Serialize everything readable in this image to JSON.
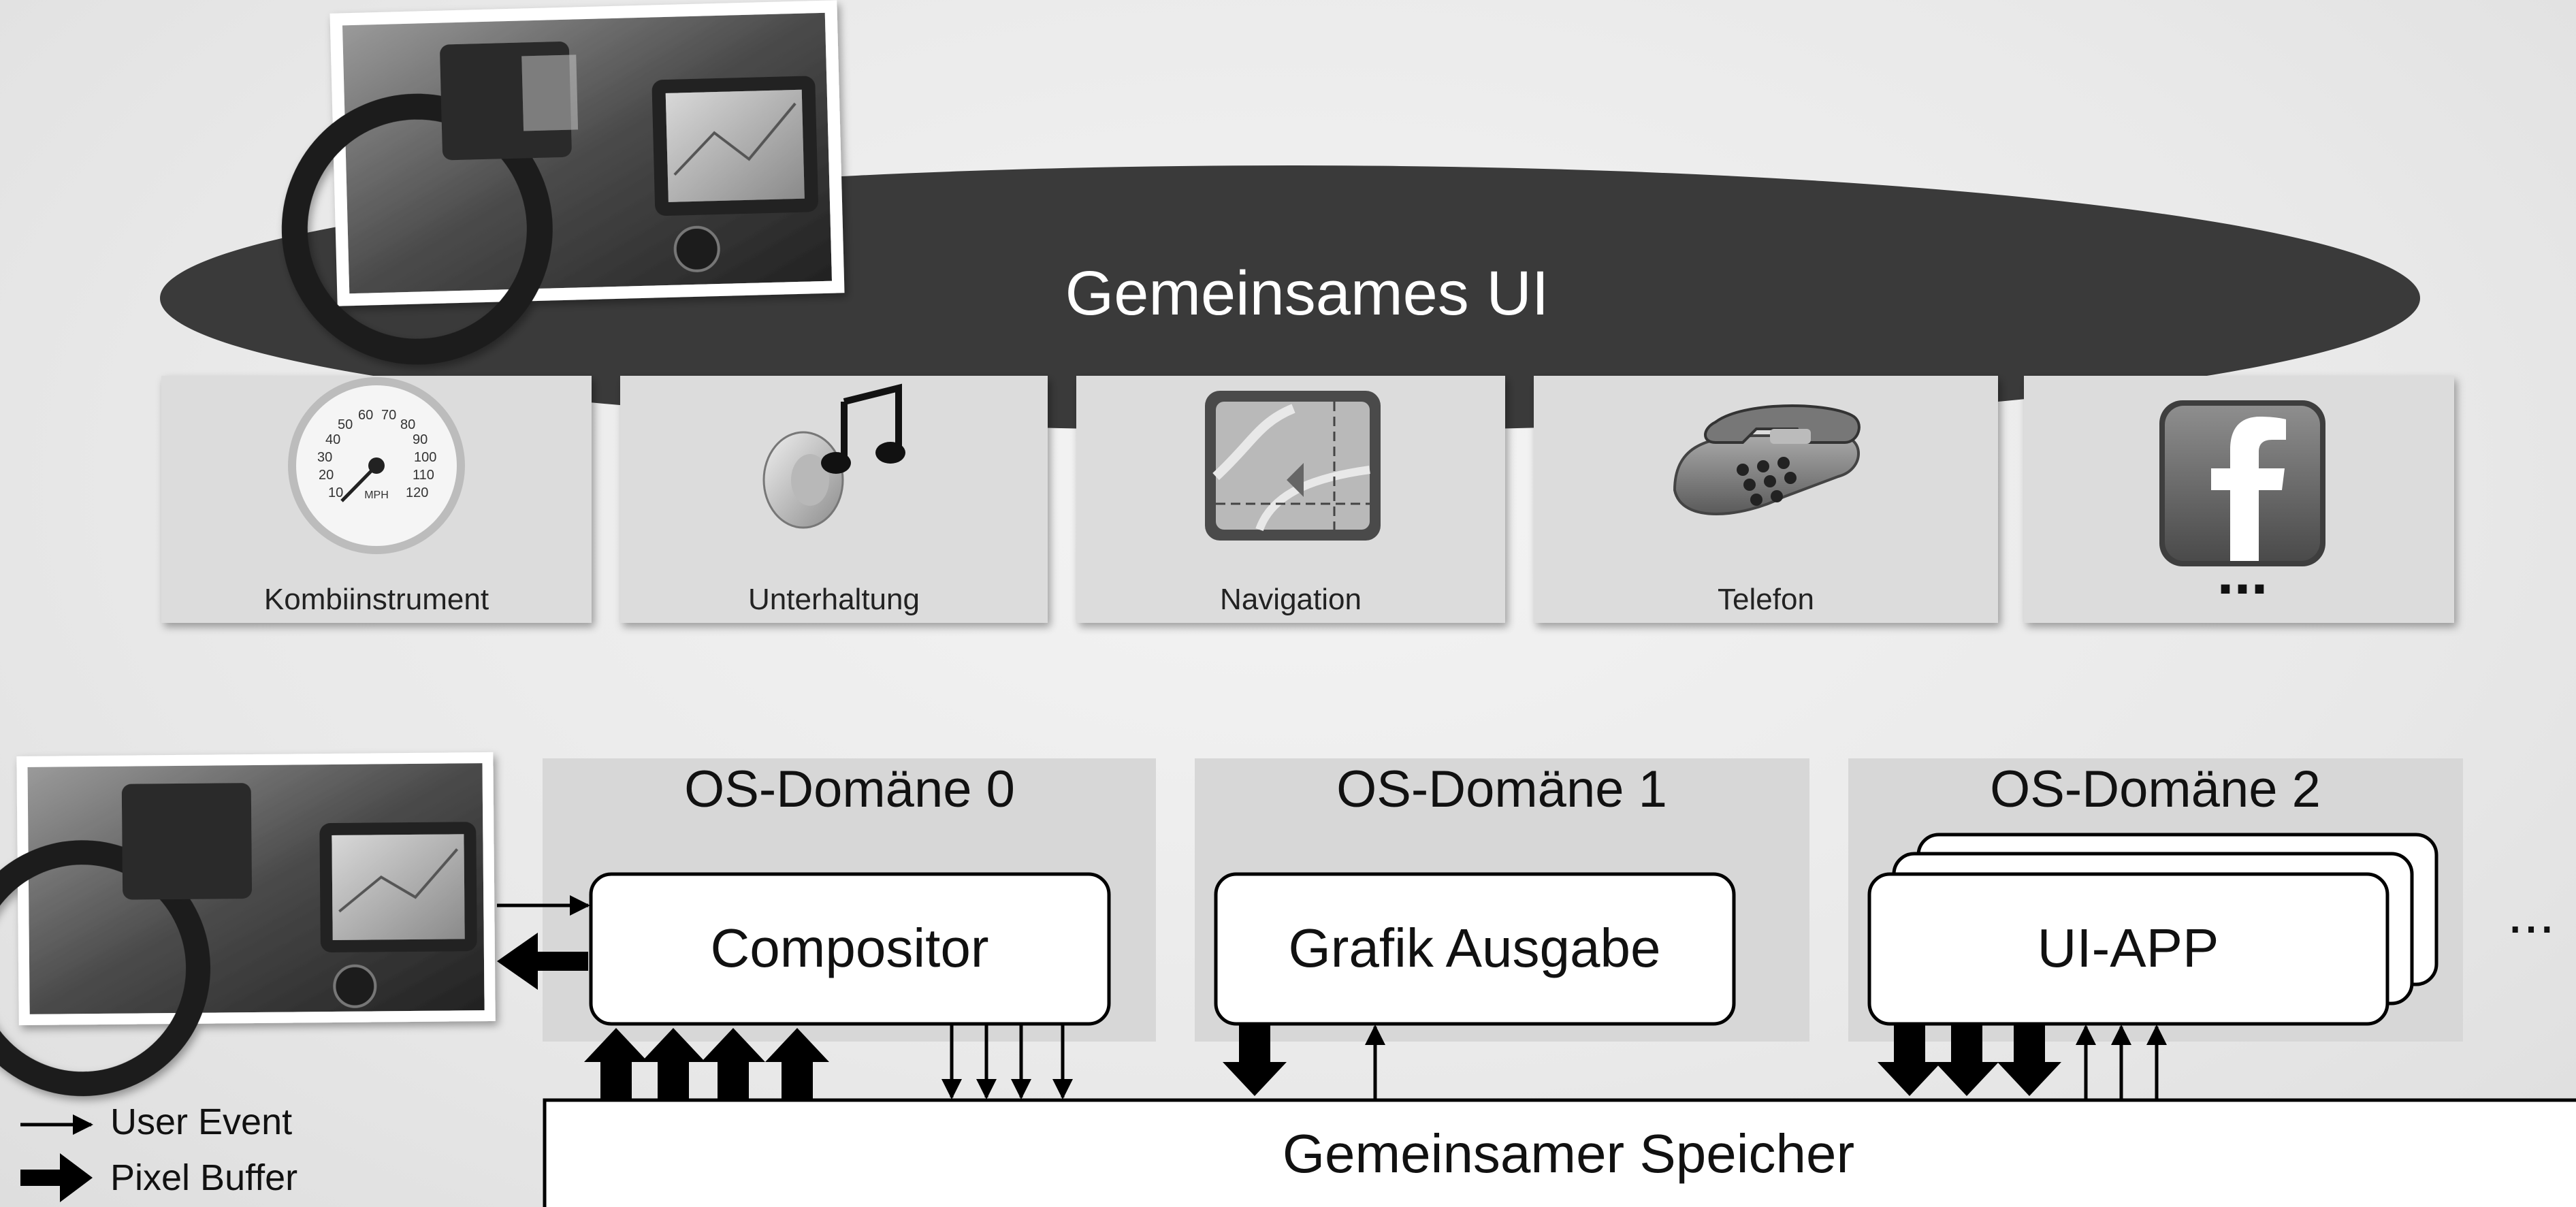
{
  "header": {
    "title": "Gemeinsames UI"
  },
  "app_tiles": [
    {
      "label": "Kombiinstrument",
      "icon": "speedometer-icon"
    },
    {
      "label": "Unterhaltung",
      "icon": "music-speaker-icon"
    },
    {
      "label": "Navigation",
      "icon": "map-icon"
    },
    {
      "label": "Telefon",
      "icon": "telephone-icon"
    },
    {
      "label": "",
      "icon": "facebook-icon",
      "more": "..."
    }
  ],
  "speedometer": {
    "ticks": [
      "10",
      "20",
      "30",
      "40",
      "50",
      "60",
      "70",
      "80",
      "90",
      "100",
      "110",
      "120"
    ],
    "unit": "MPH"
  },
  "domains": [
    {
      "title": "OS-Domäne 0",
      "module": "Compositor"
    },
    {
      "title": "OS-Domäne 1",
      "module": "Grafik Ausgabe"
    },
    {
      "title": "OS-Domäne 2",
      "module": "UI-APP"
    }
  ],
  "more_domains": "...",
  "shared_memory": "Gemeinsamer Speicher",
  "legend": {
    "user_event": "User Event",
    "pixel_buffer": "Pixel Buffer"
  },
  "colors": {
    "ellipse": "#3a3a3a",
    "tile": "#dcdcdc",
    "domain_bg": "#d7d7d7",
    "box_fill": "#ffffff",
    "stroke": "#000000",
    "title_text": "#ffffff"
  }
}
